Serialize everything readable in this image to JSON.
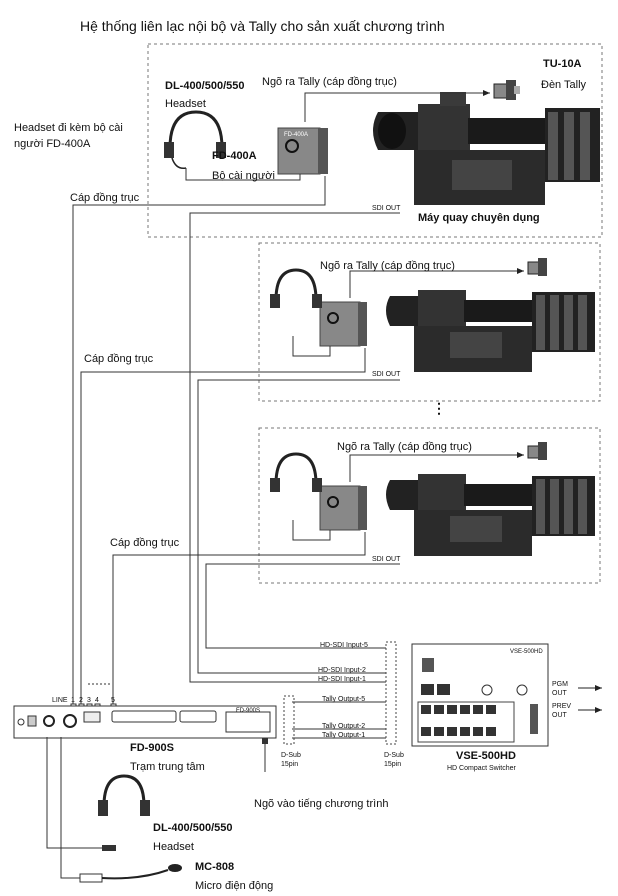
{
  "title": "Hệ thống liên lạc nội bộ và Tally cho sản xuất chương trình",
  "left_note": [
    "Headset đi kèm bộ cài",
    "người FD-400A"
  ],
  "coax_label": "Cáp đồng trục",
  "tally_out_label": "Ngõ ra Tally (cáp đồng trục)",
  "sdi_out_label": "SDI OUT",
  "camera_label": "Máy quay chuyên dụng",
  "tally_lamp": {
    "model": "TU-10A",
    "name": "Đèn Tally"
  },
  "headset_top": {
    "model": "DL-400/500/550",
    "name": "Headset"
  },
  "beltpack": {
    "model": "FD-400A",
    "name": "Bộ cài người",
    "device_text": "FD-400A"
  },
  "ellipsis": "⋮",
  "station": {
    "model": "FD-900S",
    "name": "Trạm trung tâm",
    "panel_text": "FD-900S",
    "line_label": "LINE",
    "ports": [
      "1",
      "2",
      "3",
      "4",
      "5"
    ]
  },
  "switcher": {
    "model": "VSE-500HD",
    "name": "HD Compact Switcher",
    "panel_text": "VSE-500HD"
  },
  "sdi_inputs": [
    "HD-SDI Input-5",
    "HD-SDI Input-2",
    "HD-SDI Input-1"
  ],
  "tally_outputs": [
    "Tally Output-5",
    "Tally Output-2",
    "Tally Output-1"
  ],
  "dsub": [
    "D-Sub",
    "15pin"
  ],
  "pgm_out": [
    "PGM",
    "OUT"
  ],
  "prev_out": [
    "PREV",
    "OUT"
  ],
  "program_input": "Ngõ vào tiếng chương trình",
  "headset_bottom": {
    "model": "DL-400/500/550",
    "name": "Headset"
  },
  "mic": {
    "model": "MC-808",
    "name": "Micro điện động"
  }
}
